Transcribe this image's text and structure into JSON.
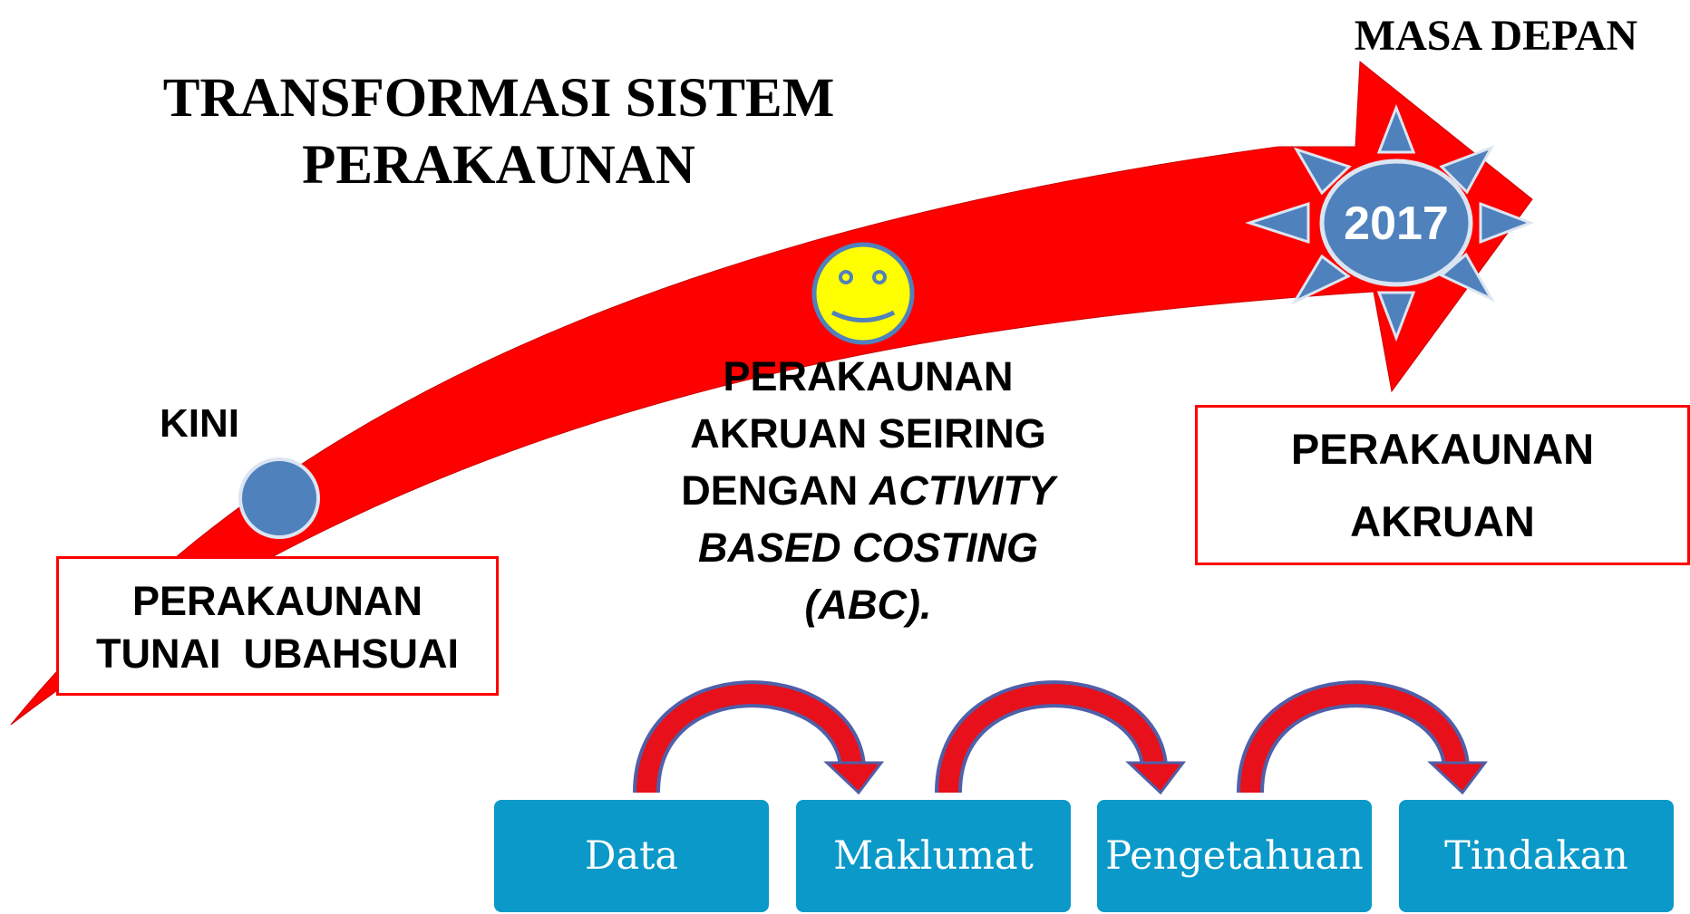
{
  "title": {
    "line1": "TRANSFORMASI SISTEM",
    "line2": "PERAKAUNAN"
  },
  "labels": {
    "future": "MASA DEPAN",
    "now": "KINI",
    "year": "2017"
  },
  "boxes": {
    "left": {
      "line1": "PERAKAUNAN",
      "line2": "TUNAI  UBAHSUAI"
    },
    "middle": {
      "line1": "PERAKAUNAN",
      "line2": "AKRUAN SEIRING",
      "line3_plain": "DENGAN ",
      "line3_italic": "ACTIVITY",
      "line4": "BASED COSTING",
      "line5": "(ABC)."
    },
    "right": {
      "line1": "PERAKAUNAN",
      "line2": "AKRUAN"
    }
  },
  "flow": [
    {
      "label": "Data"
    },
    {
      "label": "Maklumat"
    },
    {
      "label": "Pengetahuan"
    },
    {
      "label": "Tindakan"
    }
  ],
  "colors": {
    "arrow": "#ff0000",
    "circle": "#4f81bd",
    "smiley": "#ffff00",
    "flow_box": "#0a99c9",
    "box_border": "#ff0000"
  },
  "icons": {
    "now_marker": "blue-circle",
    "middle_marker": "smiley-face",
    "future_marker": "sun-burst"
  }
}
